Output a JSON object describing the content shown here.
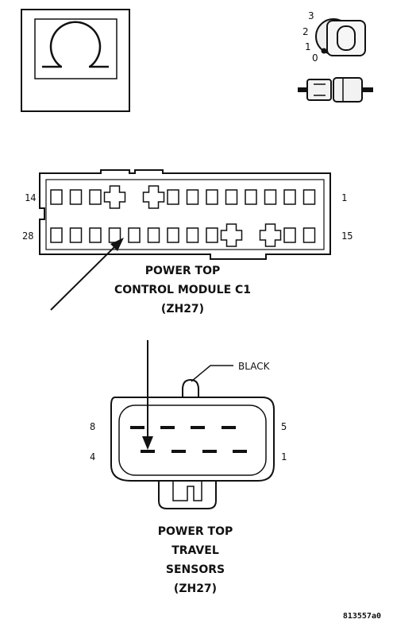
{
  "ohmmeter": {
    "icon": "ohm-symbol"
  },
  "ignition_switch": {
    "positions": [
      "3",
      "2",
      "1",
      "0"
    ],
    "key_icon": "key-icon",
    "connector_icon": "disconnected-connector-icon"
  },
  "module_connector": {
    "title_line1": "POWER TOP",
    "title_line2": "CONTROL MODULE C1",
    "title_line3": "(ZH27)",
    "pin_top_left": "14",
    "pin_top_right": "1",
    "pin_bottom_left": "28",
    "pin_bottom_right": "15"
  },
  "sensor_connector": {
    "color_label": "BLACK",
    "pin_top_left": "8",
    "pin_top_right": "5",
    "pin_bottom_left": "4",
    "pin_bottom_right": "1",
    "title_line1": "POWER TOP",
    "title_line2": "TRAVEL",
    "title_line3": "SENSORS",
    "title_line4": "(ZH27)"
  },
  "figure_ref": "813557a0"
}
